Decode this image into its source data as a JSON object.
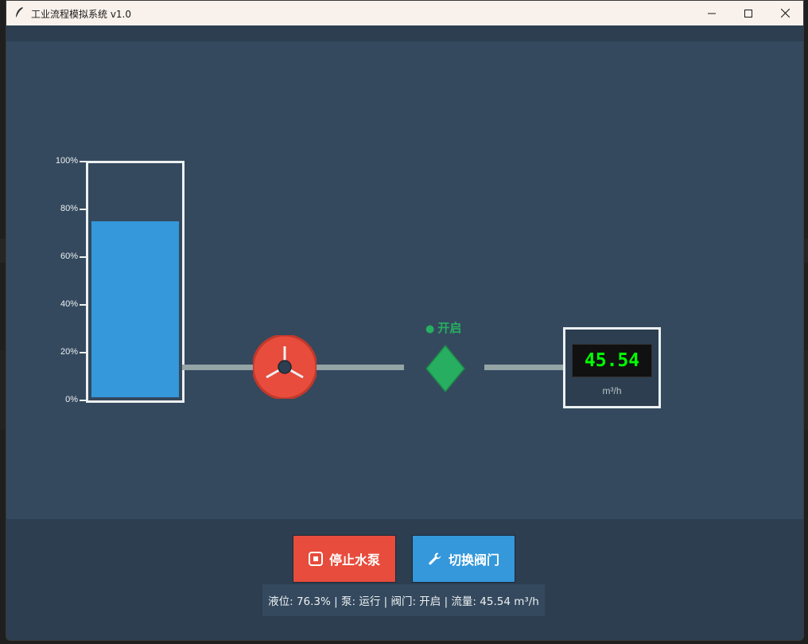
{
  "window": {
    "title": "工业流程模拟系统 v1.0",
    "controls": {
      "minimize": "—",
      "maximize": "☐",
      "close": "✕"
    }
  },
  "tank": {
    "scale_labels": [
      "100%",
      "80%",
      "60%",
      "40%",
      "20%",
      "0%"
    ],
    "level_percent": 76.3,
    "fill_color": "#3498db"
  },
  "pump": {
    "icon": "pump-impeller-icon",
    "color": "#e74c3c"
  },
  "valve": {
    "icon": "valve-diamond-icon",
    "status_dot": "●",
    "status_text": "开启",
    "color": "#27ae60"
  },
  "flow_meter": {
    "value": "45.54",
    "unit": "m³/h"
  },
  "controls": {
    "pump_button_label": "停止水泵",
    "pump_button_icon": "stop-icon",
    "valve_button_label": "切换阀门",
    "valve_button_icon": "wrench-icon"
  },
  "status": {
    "text": "液位: 76.3% | 泵: 运行 | 阀门: 开启 | 流量: 45.54 m³/h"
  }
}
